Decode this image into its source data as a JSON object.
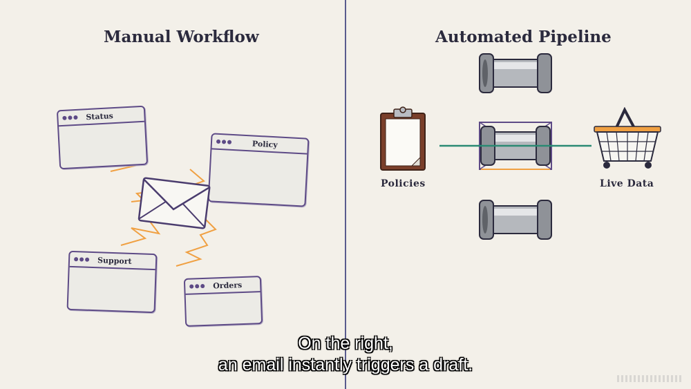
{
  "left_panel": {
    "title": "Manual Workflow",
    "windows": [
      {
        "label": "Status"
      },
      {
        "label": "Policy"
      },
      {
        "label": "Support"
      },
      {
        "label": "Orders"
      }
    ]
  },
  "right_panel": {
    "title": "Automated Pipeline",
    "source_label": "Policies",
    "target_label": "Live Data"
  },
  "caption": {
    "line1": "On the right,",
    "line2": "an email instantly triggers a draft."
  },
  "colors": {
    "background": "#f3f0e9",
    "window_border": "#5d4a86",
    "lightning": "#f0a042",
    "connector": "#2a8a73",
    "divider": "#595b8e"
  }
}
